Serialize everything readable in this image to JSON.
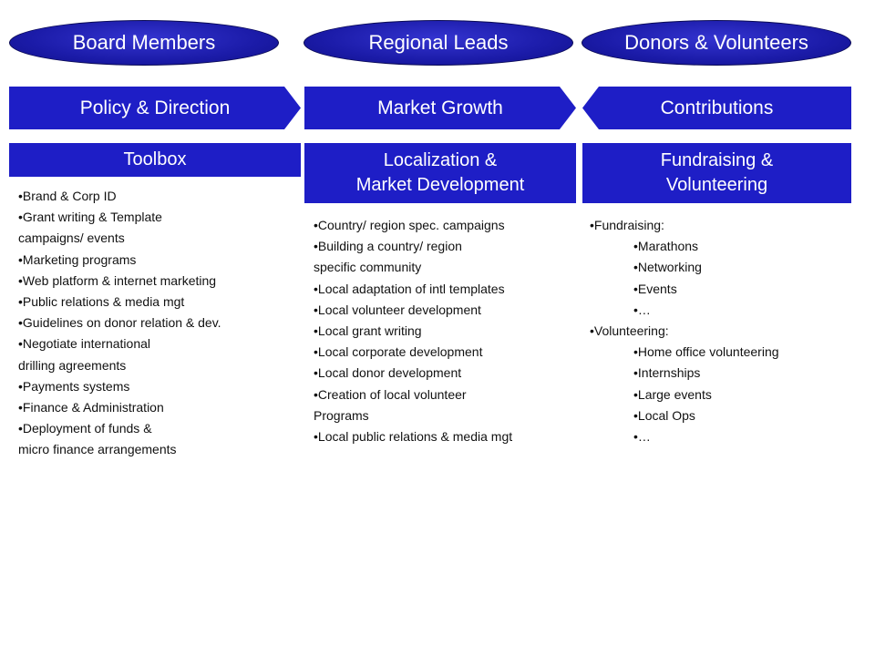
{
  "header": {
    "ovals": [
      "Board Members",
      "Regional Leads",
      "Donors & Volunteers"
    ],
    "bands": [
      "Policy & Direction",
      "Market Growth",
      "Contributions"
    ]
  },
  "columns": [
    {
      "title_lines": [
        "Toolbox"
      ],
      "items": [
        "•Brand & Corp ID",
        "•Grant writing & Template",
        "campaigns/ events",
        "•Marketing programs",
        "•Web platform & internet marketing",
        "•Public relations & media mgt",
        "•Guidelines on donor relation & dev.",
        "•Negotiate international",
        "drilling agreements",
        "•Payments systems",
        "•Finance & Administration",
        "•Deployment of funds &",
        "micro finance arrangements"
      ]
    },
    {
      "title_lines": [
        "Localization &",
        "Market Development"
      ],
      "items": [
        "•Country/ region spec. campaigns",
        "•Building a country/ region",
        "specific community",
        "•Local adaptation of intl templates",
        "•Local volunteer development",
        "•Local grant writing",
        "•Local corporate development",
        "•Local donor development",
        "•Creation of local volunteer",
        "Programs",
        "•Local public relations & media mgt"
      ]
    },
    {
      "title_lines": [
        "Fundraising &",
        "Volunteering"
      ],
      "items": [
        "•Fundraising:",
        "•Marathons",
        "•Networking",
        "•Events",
        "•…",
        "•Volunteering:",
        "•Home office volunteering",
        "•Internships",
        "•Large events",
        "•Local Ops",
        "•…"
      ]
    }
  ],
  "colors": {
    "primary_blue": "#1e1ec6",
    "oval_blue": "#1b1ba8",
    "text": "#111111"
  }
}
